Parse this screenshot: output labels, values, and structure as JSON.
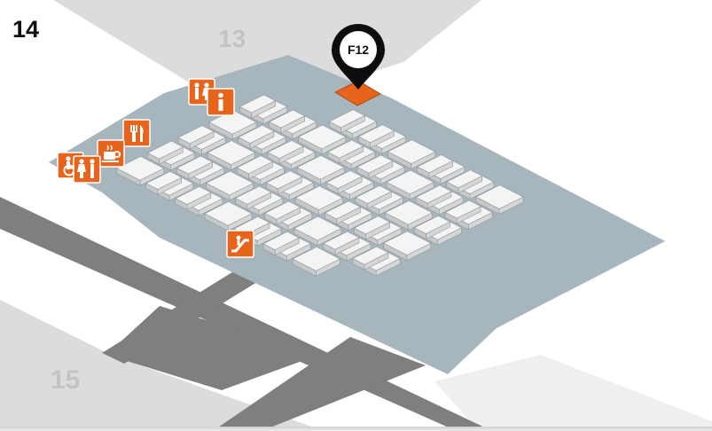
{
  "map": {
    "current_hall": "14",
    "adjacent_halls": {
      "north": "13",
      "south": "15"
    },
    "marker": {
      "label": "F12",
      "booth": "F12"
    },
    "amenity_icons": [
      "restroom-icon",
      "information-icon",
      "restaurant-icon",
      "cafe-icon",
      "accessible-restroom-icon",
      "restroom-family-icon",
      "escalator-icon"
    ],
    "colors": {
      "hall_floor": "#a7b6bd",
      "booth": "#f4f4f4",
      "highlight_booth": "#e8641b",
      "icon_orange": "#e8641b",
      "marker": "#0d0d0d",
      "adjacent_hall": "#dcdcdc",
      "walkway": "#7f7f7f"
    }
  }
}
